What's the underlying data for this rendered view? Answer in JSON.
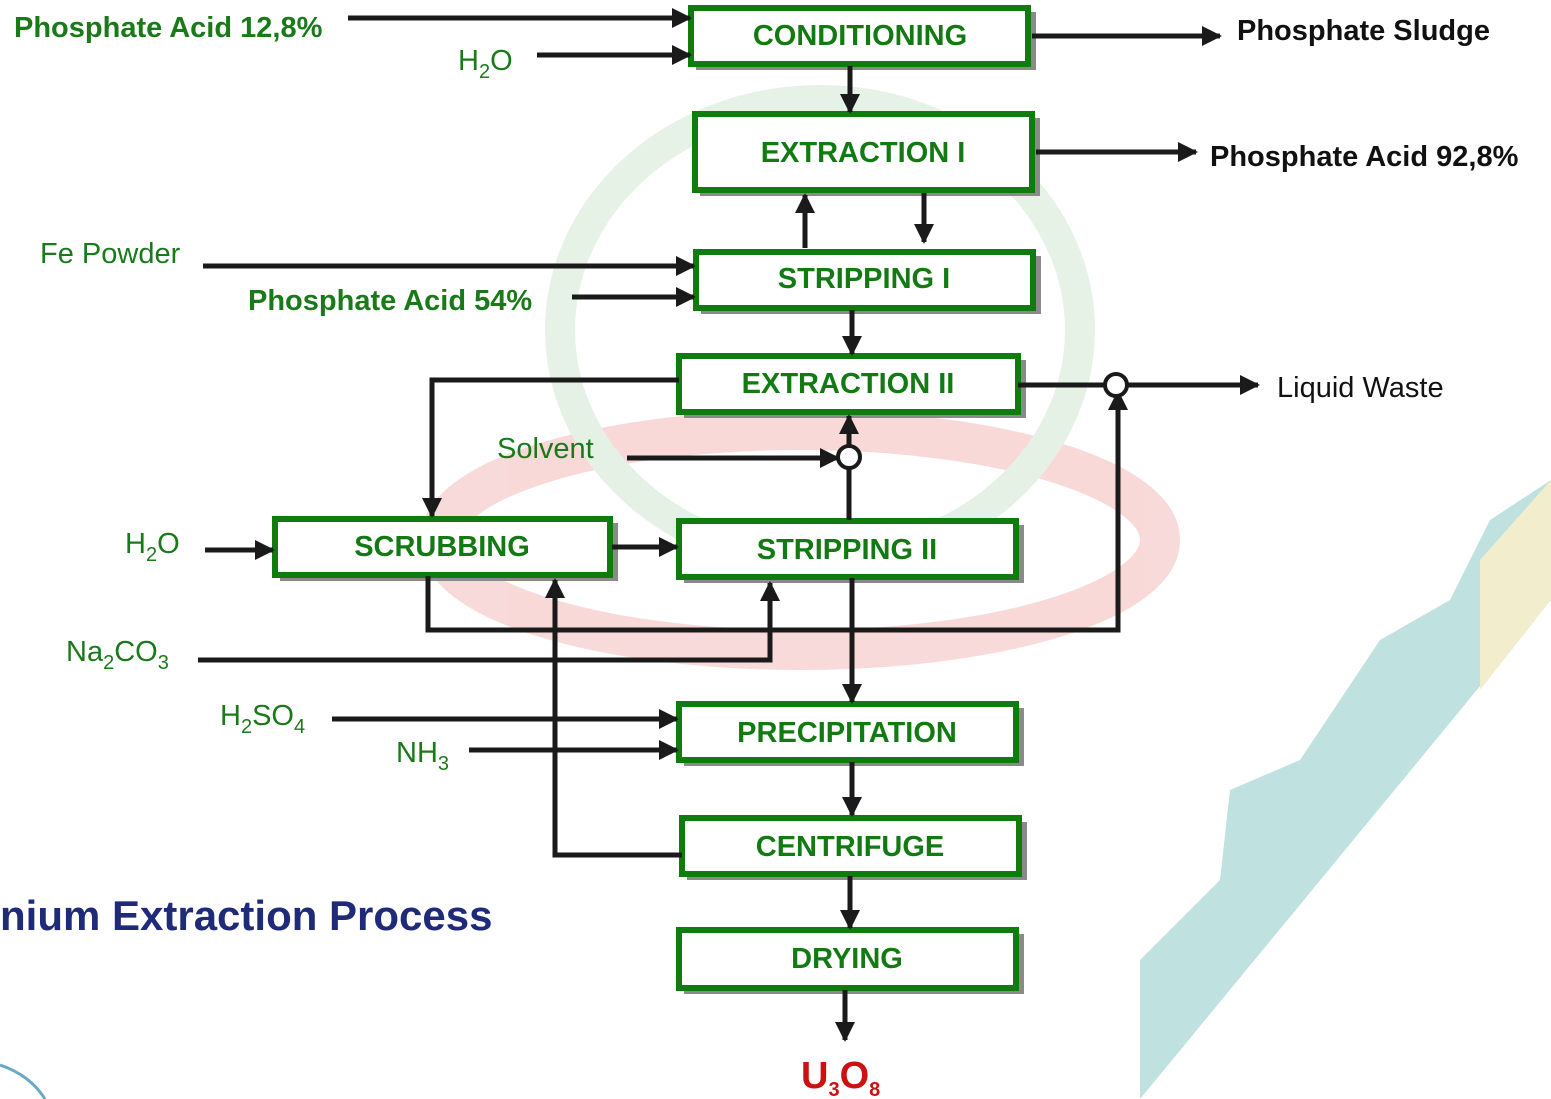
{
  "title": "nium Extraction Process",
  "boxes": {
    "conditioning": "CONDITIONING",
    "extraction_1": "EXTRACTION I",
    "stripping_1": "STRIPPING I",
    "extraction_2": "EXTRACTION II",
    "scrubbing": "SCRUBBING",
    "stripping_2": "STRIPPING II",
    "precipitation": "PRECIPITATION",
    "centrifuge": "CENTRIFUGE",
    "drying": "DRYING"
  },
  "inputs": {
    "phosphate_acid_12": "Phosphate Acid 12,8%",
    "h2o_top": {
      "main": "H",
      "sub": "2",
      "rest": "O"
    },
    "fe_powder": "Fe Powder",
    "phosphate_acid_54": "Phosphate Acid 54%",
    "solvent": "Solvent",
    "h2o_scrub": {
      "main": "H",
      "sub": "2",
      "rest": "O"
    },
    "na2co3": {
      "a": "Na",
      "a_sub": "2",
      "b": "CO",
      "b_sub": "3"
    },
    "h2so4": {
      "a": "H",
      "a_sub": "2",
      "b": "SO",
      "b_sub": "4"
    },
    "nh3": {
      "a": "NH",
      "a_sub": "3"
    }
  },
  "outputs": {
    "phosphate_sludge": "Phosphate Sludge",
    "phosphate_acid_92": "Phosphate Acid 92,8%",
    "liquid_waste": "Liquid Waste",
    "product": {
      "a": "U",
      "a_sub": "3",
      "b": "O",
      "b_sub": "8"
    }
  },
  "colors": {
    "box_border": "#107c10",
    "box_text": "#137a13",
    "input_text": "#1a7a1a",
    "title": "#1f2a78",
    "product": "#cc1111",
    "arrow": "#1a1a1a"
  }
}
